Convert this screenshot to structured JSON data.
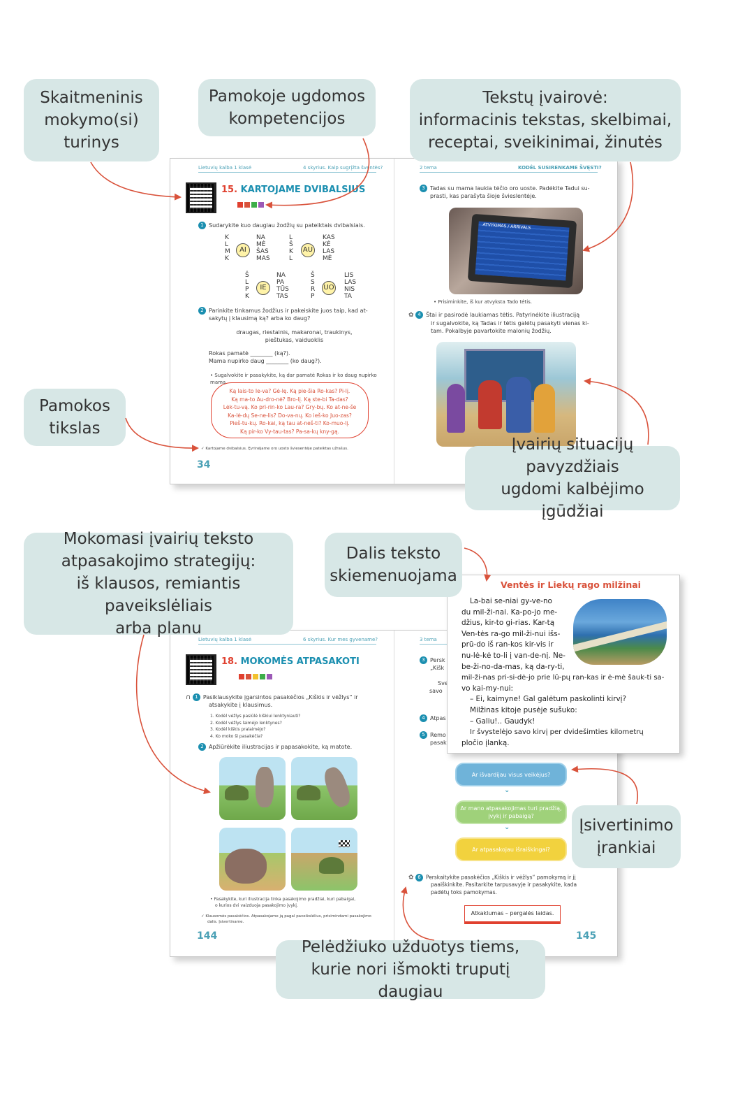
{
  "callouts": {
    "digital": [
      "Skaitmeninis",
      "mokymo(si)",
      "turinys"
    ],
    "competencies": [
      "Pamokoje ugdomos",
      "kompetencijos"
    ],
    "text_variety": [
      "Tekstų įvairovė:",
      "informacinis tekstas, skelbimai,",
      "receptai, sveikinimai, žinutės"
    ],
    "lesson_goal": [
      "Pamokos",
      "tikslas"
    ],
    "speaking": [
      "Įvairių situacijų pavyzdžiais",
      "ugdomi kalbėjimo įgūdžiai"
    ],
    "retelling": [
      "Mokomasi įvairių teksto",
      "atpasakojimo strategijų:",
      "iš klausos, remiantis paveikslėliais",
      "arba planu"
    ],
    "syllables": [
      "Dalis teksto",
      "skiemenuojama"
    ],
    "self_assessment": [
      "Įsivertinimo",
      "įrankiai"
    ],
    "owl_tasks": [
      "Pelėdžiuko užduotys tiems,",
      "kurie nori išmokti truputį daugiau"
    ]
  },
  "spread1": {
    "left_header": "Lietuvių kalba 1 klasė",
    "left_header_right": "4 skyrius. Kaip sugrįžta šventės?",
    "right_header_left": "2 tema",
    "right_header_right": "KODĖL SUSIRENKAME ŠVĘSTI?",
    "lesson_number": "15.",
    "lesson_title": "KARTOJAME DVIBALSIUS",
    "task1": "Sudarykite kuo daugiau žodžių su pateiktais dvibalsiais.",
    "diphthongs": [
      "AI",
      "AU",
      "IE",
      "UO"
    ],
    "task2_line1": "Parinkite tinkamus žodžius ir pakeiskite juos taip, kad at-",
    "task2_line2": "sakytų į klausimą ką? arba ko daug?",
    "words_line1": "draugas, riestainis, makaronai, traukinys,",
    "words_line2": "pieštukas, vaiduoklis",
    "example1": "Rokas pamatė ________ (ką?).",
    "example2": "Mama nupirko daug ________ (ko daug?).",
    "bullet": "Sugalvokite ir pasakykite, ką dar pamatė Rokas ir ko daug nupirko mama.",
    "poem": [
      "Ką lais-to Ie-va? Gė-lę. Ką pie-šia Ro-kas? Pi-lį.",
      "Ką ma-to Au-dro-nė? Bro-lį. Ką ste-bi Ta-das?",
      "Lėk-tu-vą. Ko pri-rin-ko Lau-ra? Gry-bų. Ko at-ne-še",
      "Ka-lė-dų Se-ne-lis? Do-va-nų. Ko ieš-ko Juo-zas?",
      "Pieš-tu-kų. Ro-kai, ką tau at-neš-ti? Ko-muo-lį.",
      "Ką pir-ko Vy-tau-tas? Pa-sa-kų kny-gą."
    ],
    "goal_text": "Kartojame dvibalsius. Ęvrinėjame oro uosto šviesentėje pateiktas užrašus.",
    "page_left": "34",
    "task3_line1": "Tadas su mama laukia tėčio oro uoste. Padėkite Tadui su-",
    "task3_line2": "prasti, kas parašyta šioje švieslentėje.",
    "board_title": "ATVYKIMAS / ARRIVALS",
    "bullet_right": "Prisiminkite, iš kur atvyksta Tado tėtis.",
    "task4_line1": "Štai ir pasirodė laukiamas tėtis. Patyrinėkite iliustraciją",
    "task4_line2": "ir sugalvokite, ką Tadas ir tėtis galėtų pasakyti vienas ki-",
    "task4_line3": "tam. Pokalbyje pavartokite malonių žodžių."
  },
  "spread2": {
    "left_header": "Lietuvių kalba 1 klasė",
    "left_header_right": "6 skyrius. Kur mes gyvename?",
    "right_header_left": "3 tema",
    "lesson_number": "18.",
    "lesson_title": "MOKOMĖS ATPASAKOTI",
    "task1_line1": "Pasiklausykite įgarsintos pasakėčios „Kiškis ir vėžlys“ ir",
    "task1_line2": "atsakykite į klausimus.",
    "questions": [
      "1. Kodėl vėžlys pasiūlė kiškiui lenktyniauti?",
      "2. Kodėl vėžlys laimėjo lenktynes?",
      "3. Kodėl kiškis pralaimėjo?",
      "4. Ko moko ši pasakėčia?"
    ],
    "task2": "Apžiūrėkite iliustracijas ir papasakokite, ką matote.",
    "bullet1_line1": "Pasakykite, kuri iliustracija tinka pasakojimo pradžiai, kuri pabaigai,",
    "bullet1_line2": "o kurios dvi vaizduoja pasakojimo įvykį.",
    "goal_line1": "Klausomės pasakėčios. Atpasakojame ją pagal paveikslėlius, prisimindami pasakojimo",
    "goal_line2": "dalis. Įsivertiname.",
    "page_left": "144",
    "page_right": "145",
    "right_partial": [
      "Persk",
      "„Kišk",
      "Sve",
      "savo",
      "Atpas",
      "Remo",
      "pasak"
    ],
    "pills": [
      "Ar išvardijau visus veikėjus?",
      "Ar mano atpasakojimas turi pradžią, įvykį ir pabaigą?",
      "Ar atpasakojau išraiškingai?"
    ],
    "task6_line1": "Perskaitykite pasakėčios „Kiškis ir vėžlys“ pamokymą ir jį",
    "task6_line2": "paaiškinkite. Pasitarkite tarpusavyje ir pasakykite, kada",
    "task6_line3": "padėtų toks pamokymas.",
    "lesson_moral": "Atkaklumas – pergalės laidas."
  },
  "textbox": {
    "title": "Ventės ir Liekų rago milžinai",
    "lines": [
      "La-bai  se-niai  gy-ve-no",
      "du  mil-ži-nai.  Ka-po-jo  me-",
      "džius,  kir-to  gi-rias.  Kar-tą",
      "Ven-tės  ra-go  mil-ži-nui  išs-",
      "prū-do  iš  ran-kos  kir-vis  ir",
      "nu-lė-kė to-li į van-de-nį. Ne-",
      "be-ži-no-da-mas, ką da-ry-ti,",
      "mil-ži-nas pri-si-dė-jo prie lū-pų ran-kas ir ė-mė šauk-ti sa-",
      "vo kai-my-nui:",
      "–  Ei, kaimyne! Gal galėtum paskolinti kirvį?",
      "Milžinas kitoje pusėje sušuko:",
      "–  Galiu!.. Gaudyk!",
      "Ir  švystelėjo  savo  kirvį  per  dvidešimties  kilometrų",
      "pločio įlanką."
    ]
  },
  "colors": {
    "callout_bg": "#d7e7e6",
    "arrow": "#d9523b",
    "accent_blue": "#1b8fb0",
    "accent_red": "#e0402f"
  }
}
